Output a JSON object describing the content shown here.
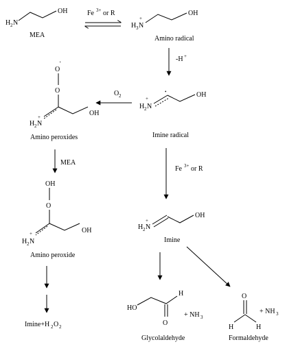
{
  "compounds": {
    "mea": {
      "name": "MEA",
      "h2n": "H",
      "h2n_sub": "2",
      "n": "N",
      "oh": "OH"
    },
    "amino_radical": {
      "name": "Amino radical",
      "h3n": "H",
      "h3n_sub": "3",
      "n": "N",
      "oh": "OH",
      "charge": "+"
    },
    "imine_radical": {
      "name": "Imine radical",
      "h2n": "H",
      "h2n_sub": "2",
      "n": "N",
      "oh": "OH",
      "charge": "+",
      "radical": "•"
    },
    "amino_peroxides": {
      "name": "Amino peroxides",
      "o_radical": "O",
      "radical_dot": "·",
      "o": "O",
      "oh": "OH",
      "h2n": "H",
      "h2n_sub": "2",
      "n": "N",
      "charge": "+"
    },
    "amino_peroxide": {
      "name": "Amino peroxide",
      "oh_top": "OH",
      "o": "O",
      "oh": "OH",
      "h2n": "H",
      "h2n_sub": "2",
      "n": "N",
      "charge": "+"
    },
    "imine": {
      "name": "Imine",
      "h2n": "H",
      "h2n_sub": "2",
      "n": "N",
      "oh": "OH",
      "charge": "+"
    },
    "glycolaldehyde": {
      "name": "Glycolaldehyde",
      "ho": "HO",
      "h": "H",
      "o": "O",
      "plus_nh3": "+ NH",
      "nh3_sub": "3"
    },
    "formaldehyde": {
      "name": "Formaldehyde",
      "o": "O",
      "h_left": "H",
      "h_right": "H",
      "plus_nh3": "+ NH",
      "nh3_sub": "3"
    },
    "products": {
      "text_a": "Imine+H",
      "sub_a": "2",
      "text_b": "O",
      "sub_b": "2"
    }
  },
  "reagents": {
    "fe_r_1": {
      "fe": "Fe",
      "sup": "3+",
      "rest": " or R"
    },
    "minus_h": {
      "text": "-H",
      "sup": "+"
    },
    "o2": {
      "text": "O",
      "sub": "2"
    },
    "mea": {
      "text": "MEA"
    },
    "fe_r_2": {
      "fe": "Fe",
      "sup": "3+",
      "rest": " or R"
    }
  }
}
